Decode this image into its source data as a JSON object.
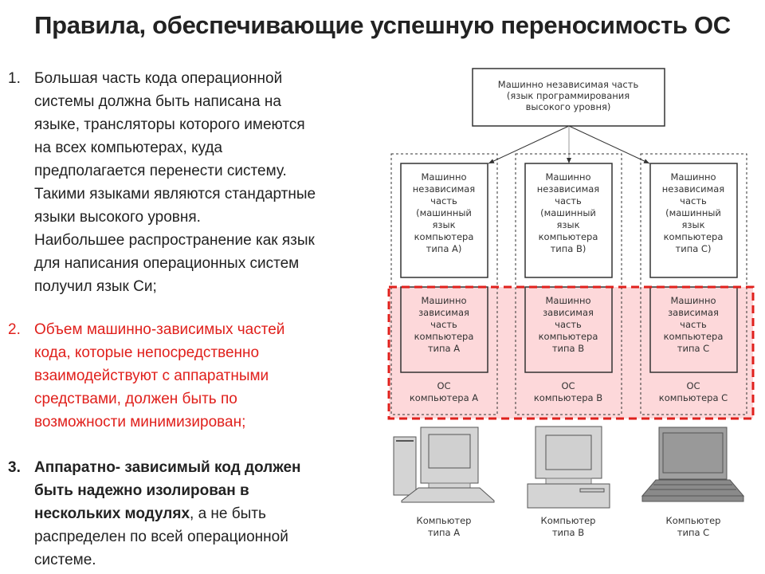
{
  "title": "Правила, обеспечивающие успешную переносимость ОС",
  "rules": [
    {
      "number": "1.",
      "lines": [
        "Большая часть кода операционной",
        "системы должна быть написана на",
        "языке, трансляторы которого имеются",
        "на всех компьютерах, куда",
        "предполагается перенести систему.",
        "Такими языками являются стандартные",
        "языки высокого уровня.",
        "Наибольшее распространение как язык",
        "для написания операционных систем",
        "получил язык Си;"
      ]
    },
    {
      "number": "2.",
      "lines": [
        "Объем машинно-зависимых частей",
        "кода, которые непосредственно",
        "взаимодействуют с аппаратными",
        "средствами, должен быть по",
        "возможности минимизирован;"
      ]
    },
    {
      "number": "3.",
      "bold_lines": [
        "Аппаратно- зависимый код должен",
        "быть надежно изолирован в"
      ],
      "mixed_bold": "нескольких модулях",
      "mixed_rest": ", а не быть",
      "normal_lines": [
        "распределен по всей операционной",
        "системе."
      ]
    }
  ],
  "diagram": {
    "top_box": [
      "Машинно независимая часть",
      "(язык программирования",
      "высокого уровня)"
    ],
    "columns": [
      {
        "indep": [
          "Машинно",
          "независимая",
          "часть",
          "(машинный",
          "язык",
          "компьютера",
          "типа A)"
        ],
        "dep": [
          "Машинно",
          "зависимая",
          "часть",
          "компьютера",
          "типа A"
        ],
        "os": [
          "ОС",
          "компьютера A"
        ],
        "computer": [
          "Компьютер",
          "типа A"
        ]
      },
      {
        "indep": [
          "Машинно",
          "независимая",
          "часть",
          "(машинный",
          "язык",
          "компьютера",
          "типа B)"
        ],
        "dep": [
          "Машинно",
          "зависимая",
          "часть",
          "компьютера",
          "типа B"
        ],
        "os": [
          "ОС",
          "компьютера B"
        ],
        "computer": [
          "Компьютер",
          "типа B"
        ]
      },
      {
        "indep": [
          "Машинно",
          "независимая",
          "часть",
          "(машинный",
          "язык",
          "компьютера",
          "типа C)"
        ],
        "dep": [
          "Машинно",
          "зависимая",
          "часть",
          "компьютера",
          "типа C"
        ],
        "os": [
          "ОС",
          "компьютера C"
        ],
        "computer": [
          "Компьютер",
          "типа C"
        ]
      }
    ]
  },
  "colors": {
    "accent_red": "#e0201c",
    "highlight": "#fdd8da"
  }
}
